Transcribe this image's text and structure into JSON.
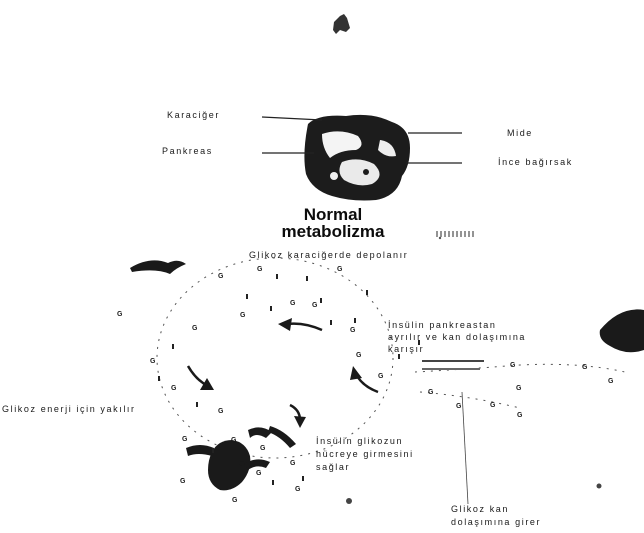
{
  "organs": {
    "liver": "Karaciğer",
    "stomach": "Mide",
    "pancreas": "Pankreas",
    "small_intestine": "İnce bağırsak"
  },
  "title_line1": "Normal",
  "title_line2": "metabolizma",
  "steps": {
    "liver_storage": "Glikoz karaciğerde depolanır",
    "insulin_release_1": "İnsülin pankreastan",
    "insulin_release_2": "ayrılır ve kan dolaşımına",
    "insulin_release_3": "karışır",
    "energy": "Glikoz enerji için yakılır",
    "insulin_entry_1": "İnsülin glikozun",
    "insulin_entry_2": "hücreye girmesini",
    "insulin_entry_3": "sağlar",
    "blood_1": "Glikoz kan",
    "blood_2": "dolaşımına girer"
  },
  "glucose_symbol": "G",
  "colors": {
    "ink": "#111111",
    "background": "#ffffff"
  }
}
